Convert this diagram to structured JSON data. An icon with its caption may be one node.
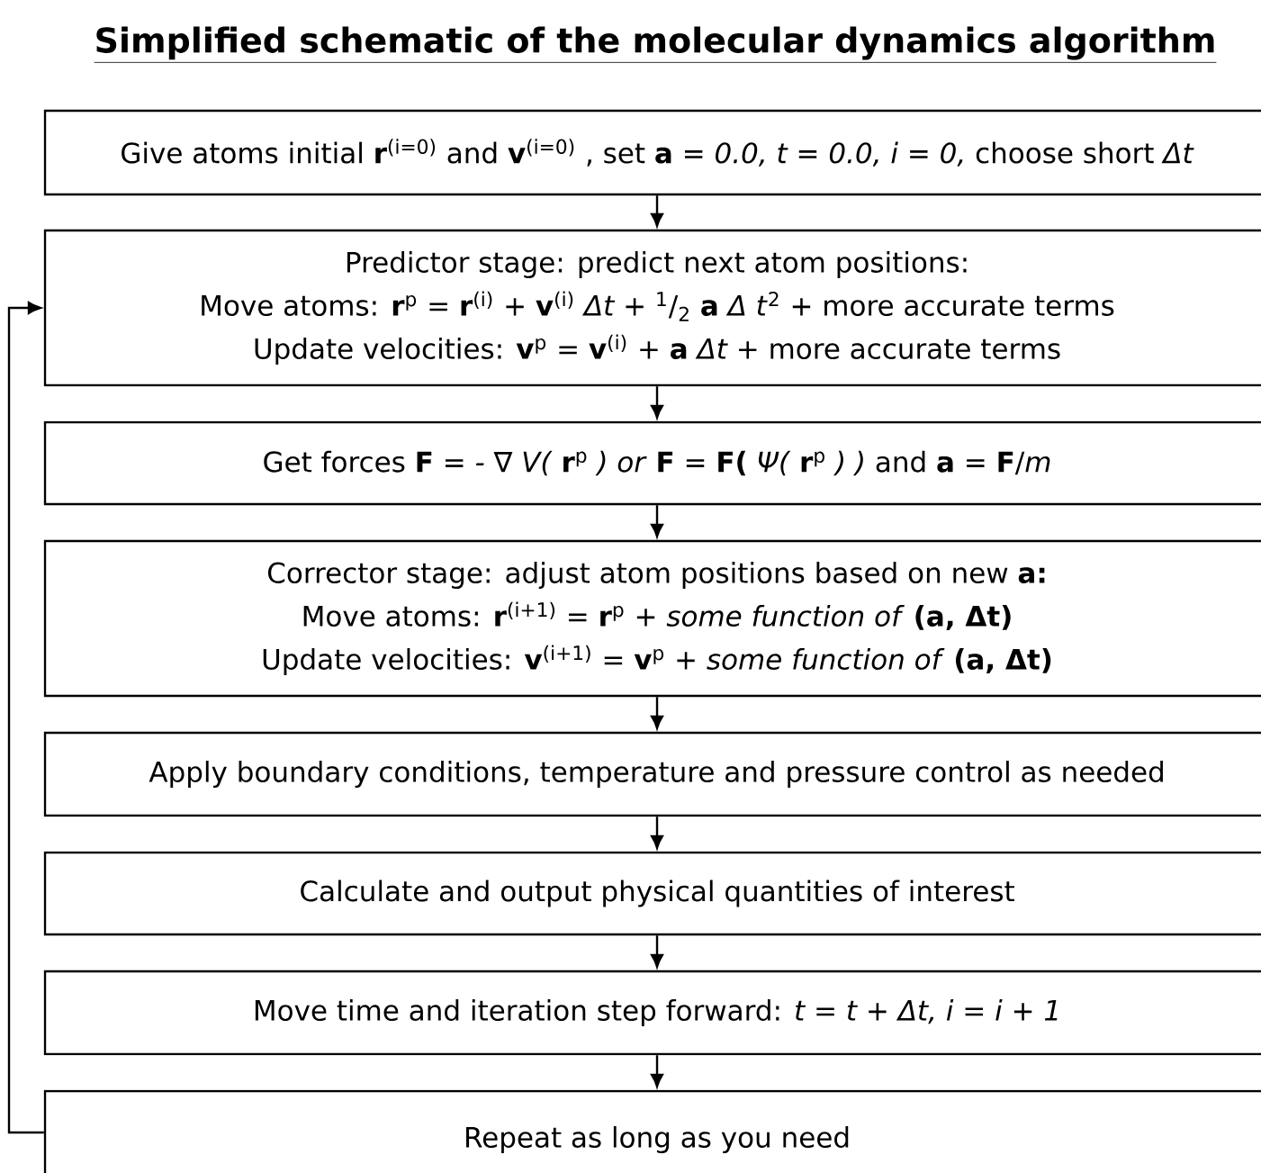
{
  "diagram": {
    "title": "Simplified schematic of the molecular dynamics algorithm",
    "nodes": [
      {
        "text": [
          "Give atoms initial **r**$^{(i=0)}$ and **v**$^{(i=0)}$ , set **a** *= 0.0, t = 0.0, i = 0,* choose short *Δt*"
        ]
      },
      {
        "text": [
          "Predictor stage: predict next atom positions:",
          "Move atoms: **r**$^{p}$ *=* **r**$^{(i)}$ *+* **v**$^{(i)}$ *Δt +* $^{1}$/$_{2}$ **a** *Δ t*$^{2}$ + more accurate terms",
          "Update velocities: **v**$^{p}$ *=* **v**$^{(i)}$ *+* **a** *Δt +* more accurate terms"
        ]
      },
      {
        "text": [
          "Get forces **F** *= -* ∇ *V(* **r**$^{p}$ *) or* **F** *=* **F(** *Ψ(* **r**$^{p}$ *) )* and **a** *=* **F**/*m*"
        ]
      },
      {
        "text": [
          "Corrector stage: adjust atom positions based on new **a:**",
          "Move atoms: **r**$^{(i+1)}$ *=* **r**$^{p}$ *+ some function of* **(a, Δt)**",
          "Update velocities: **v**$^{(i+1)}$ *=* **v**$^{p}$ *+ some function of* **(a, Δt)**"
        ]
      },
      {
        "text": [
          "Apply boundary conditions, temperature and pressure control as needed"
        ]
      },
      {
        "text": [
          "Calculate and output physical quantities of interest"
        ]
      },
      {
        "text": [
          "Move time and iteration step forward: *t = t + Δt, i = i + 1*"
        ]
      },
      {
        "text": [
          "Repeat as long as you need"
        ]
      }
    ],
    "edges": [
      {
        "from": 0,
        "to": 1,
        "arrow": "to"
      },
      {
        "from": 1,
        "to": 2,
        "arrow": "to"
      },
      {
        "from": 2,
        "to": 3,
        "arrow": "to"
      },
      {
        "from": 3,
        "to": 4,
        "arrow": "to"
      },
      {
        "from": 4,
        "to": 5,
        "arrow": "to"
      },
      {
        "from": 5,
        "to": 6,
        "arrow": "to"
      },
      {
        "from": 6,
        "to": 7,
        "arrow": "to"
      },
      {
        "from": 7,
        "to": 1,
        "arrow": "to"
      }
    ]
  }
}
